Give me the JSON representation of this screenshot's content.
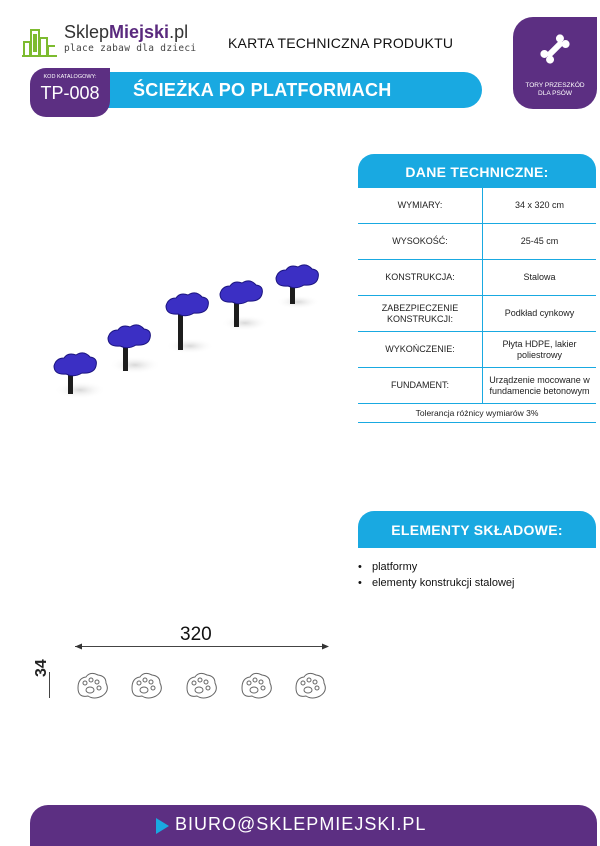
{
  "brand": {
    "name_regular": "Sklep",
    "name_bold": "Miejski",
    "name_suffix": ".pl",
    "tagline": "place zabaw dla dzieci"
  },
  "header": {
    "title": "KARTA TECHNICZNA PRODUKTU"
  },
  "category": {
    "icon": "bone-icon",
    "label_line1": "TORY PRZESZKÓD",
    "label_line2": "DLA PSÓW"
  },
  "product": {
    "code_label": "KOD KATALOGOWY:",
    "code": "TP-008",
    "name": "ŚCIEŻKA PO PLATFORMACH"
  },
  "tech": {
    "heading": "DANE TECHNICZNE:",
    "rows": [
      {
        "key": "WYMIARY:",
        "value": "34 x 320 cm"
      },
      {
        "key": "WYSOKOŚĆ:",
        "value": "25-45 cm"
      },
      {
        "key": "KONSTRUKCJA:",
        "value": "Stalowa"
      },
      {
        "key": "ZABEZPIECZENIE KONSTRUKCJI:",
        "value": "Podkład cynkowy"
      },
      {
        "key": "WYKOŃCZENIE:",
        "value": "Płyta HDPE, lakier poliestrowy"
      },
      {
        "key": "FUNDAMENT:",
        "value": "Urządzenie mocowane w fundamencie betonowym"
      }
    ],
    "note": "Tolerancja różnicy wymiarów 3%"
  },
  "components": {
    "heading": "ELEMENTY SKŁADOWE:",
    "items": [
      "platformy",
      "elementy konstrukcji stalowej"
    ]
  },
  "drawing": {
    "length": "320",
    "width": "34"
  },
  "footer": {
    "email": "BIURO@SKLEPMIEJSKI.PL"
  },
  "colors": {
    "purple": "#5c2f82",
    "blue": "#19a9e1",
    "platform": "#3b2fc4"
  }
}
